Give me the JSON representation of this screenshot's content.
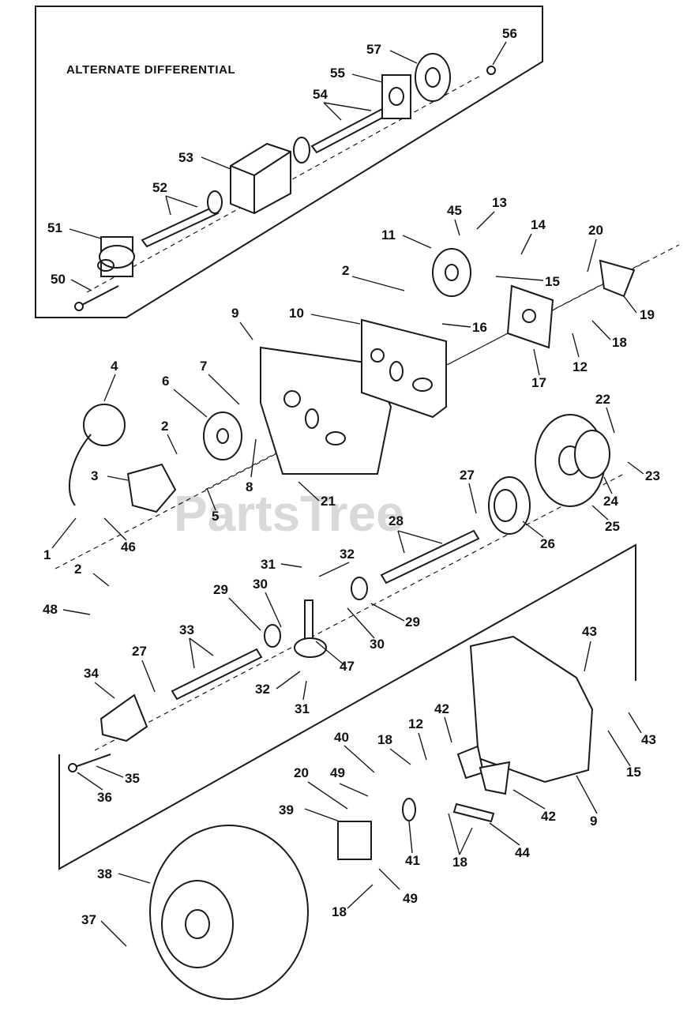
{
  "diagram": {
    "inset_title": "ALTERNATE DIFFERENTIAL",
    "watermark": "PartsTree",
    "callouts": [
      {
        "id": "c56",
        "text": "56"
      },
      {
        "id": "c57",
        "text": "57"
      },
      {
        "id": "c55",
        "text": "55"
      },
      {
        "id": "c54",
        "text": "54"
      },
      {
        "id": "c53",
        "text": "53"
      },
      {
        "id": "c52",
        "text": "52"
      },
      {
        "id": "c51",
        "text": "51"
      },
      {
        "id": "c50",
        "text": "50"
      },
      {
        "id": "c45",
        "text": "45"
      },
      {
        "id": "c13",
        "text": "13"
      },
      {
        "id": "c11",
        "text": "11"
      },
      {
        "id": "c14",
        "text": "14"
      },
      {
        "id": "c20a",
        "text": "20"
      },
      {
        "id": "c2a",
        "text": "2"
      },
      {
        "id": "c15a",
        "text": "15"
      },
      {
        "id": "c19",
        "text": "19"
      },
      {
        "id": "c9a",
        "text": "9"
      },
      {
        "id": "c10",
        "text": "10"
      },
      {
        "id": "c16",
        "text": "16"
      },
      {
        "id": "c18a",
        "text": "18"
      },
      {
        "id": "c12a",
        "text": "12"
      },
      {
        "id": "c17",
        "text": "17"
      },
      {
        "id": "c4",
        "text": "4"
      },
      {
        "id": "c7",
        "text": "7"
      },
      {
        "id": "c6",
        "text": "6"
      },
      {
        "id": "c2b",
        "text": "2"
      },
      {
        "id": "c22",
        "text": "22"
      },
      {
        "id": "c3",
        "text": "3"
      },
      {
        "id": "c8",
        "text": "8"
      },
      {
        "id": "c23",
        "text": "23"
      },
      {
        "id": "c24",
        "text": "24"
      },
      {
        "id": "c21",
        "text": "21"
      },
      {
        "id": "c27a",
        "text": "27"
      },
      {
        "id": "c5",
        "text": "5"
      },
      {
        "id": "c25",
        "text": "25"
      },
      {
        "id": "c28",
        "text": "28"
      },
      {
        "id": "c1",
        "text": "1"
      },
      {
        "id": "c46",
        "text": "46"
      },
      {
        "id": "c26",
        "text": "26"
      },
      {
        "id": "c31a",
        "text": "31"
      },
      {
        "id": "c32a",
        "text": "32"
      },
      {
        "id": "c2c",
        "text": "2"
      },
      {
        "id": "c48",
        "text": "48"
      },
      {
        "id": "c29a",
        "text": "29"
      },
      {
        "id": "c30a",
        "text": "30"
      },
      {
        "id": "c29b",
        "text": "29"
      },
      {
        "id": "c30b",
        "text": "30"
      },
      {
        "id": "c33",
        "text": "33"
      },
      {
        "id": "c27b",
        "text": "27"
      },
      {
        "id": "c43a",
        "text": "43"
      },
      {
        "id": "c34",
        "text": "34"
      },
      {
        "id": "c47",
        "text": "47"
      },
      {
        "id": "c32b",
        "text": "32"
      },
      {
        "id": "c31b",
        "text": "31"
      },
      {
        "id": "c42a",
        "text": "42"
      },
      {
        "id": "c43b",
        "text": "43"
      },
      {
        "id": "c40",
        "text": "40"
      },
      {
        "id": "c18b",
        "text": "18"
      },
      {
        "id": "c12b",
        "text": "12"
      },
      {
        "id": "c15b",
        "text": "15"
      },
      {
        "id": "c35",
        "text": "35"
      },
      {
        "id": "c36",
        "text": "36"
      },
      {
        "id": "c20b",
        "text": "20"
      },
      {
        "id": "c49a",
        "text": "49"
      },
      {
        "id": "c42b",
        "text": "42"
      },
      {
        "id": "c9b",
        "text": "9"
      },
      {
        "id": "c39",
        "text": "39"
      },
      {
        "id": "c44",
        "text": "44"
      },
      {
        "id": "c41",
        "text": "41"
      },
      {
        "id": "c18c",
        "text": "18"
      },
      {
        "id": "c38",
        "text": "38"
      },
      {
        "id": "c49b",
        "text": "49"
      },
      {
        "id": "c37",
        "text": "37"
      },
      {
        "id": "c18d",
        "text": "18"
      }
    ]
  }
}
